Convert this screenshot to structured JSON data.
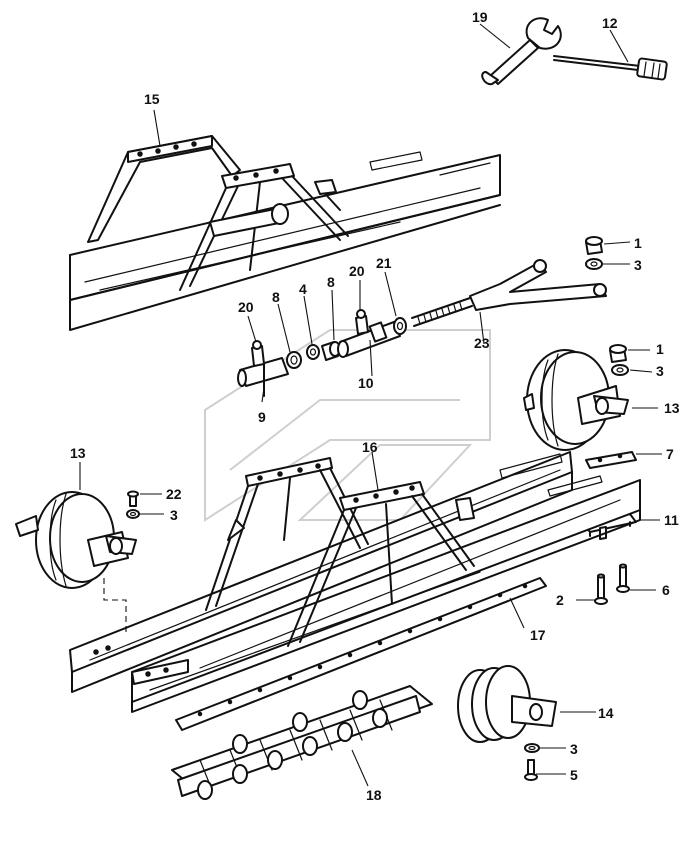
{
  "callouts": {
    "c19": "19",
    "c12": "12",
    "c15": "15",
    "c1a": "1",
    "c3a": "3",
    "c20a": "20",
    "c21": "21",
    "c8a": "8",
    "c4": "4",
    "c8b": "8",
    "c20b": "20",
    "c23": "23",
    "c1b": "1",
    "c3b": "3",
    "c10": "10",
    "c9": "9",
    "c13a": "13",
    "c13b": "13",
    "c16": "16",
    "c7": "7",
    "c22": "22",
    "c3c": "3",
    "c11": "11",
    "c2": "2",
    "c6": "6",
    "c17": "17",
    "c14": "14",
    "c3d": "3",
    "c5": "5",
    "c18": "18"
  }
}
